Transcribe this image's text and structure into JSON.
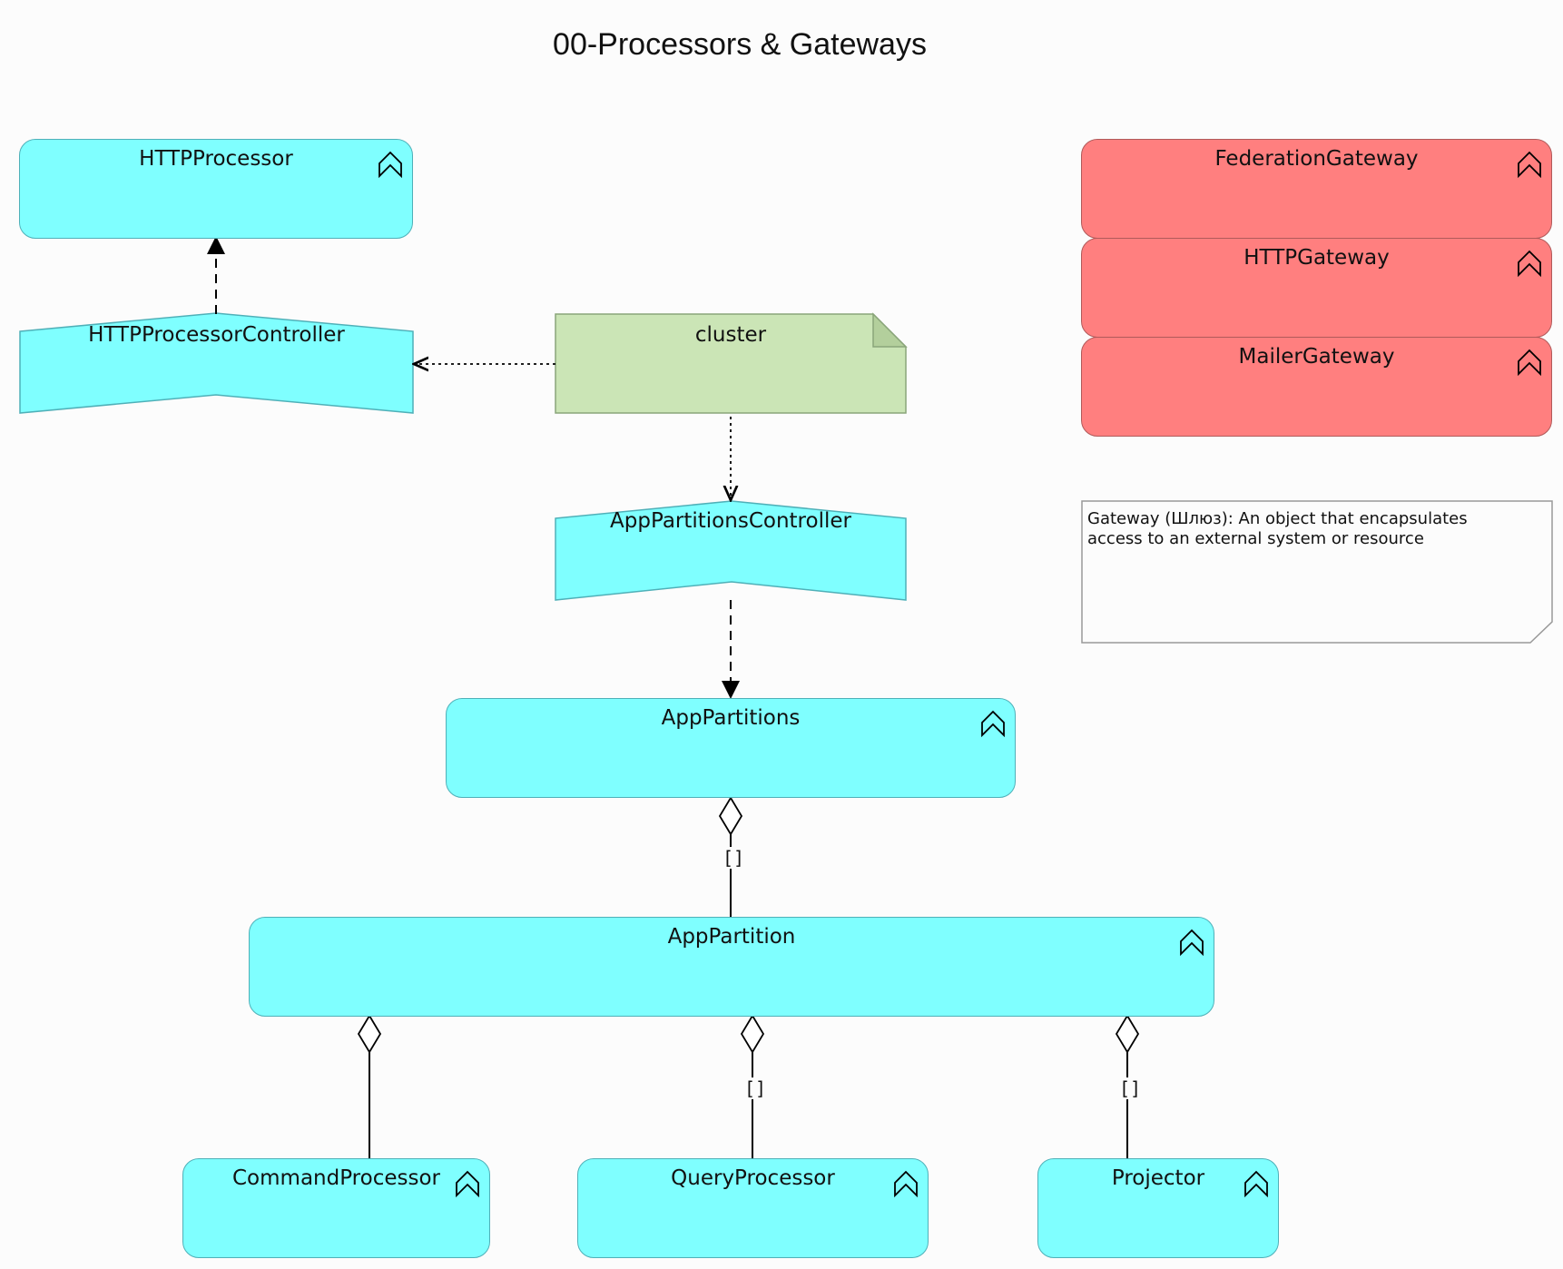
{
  "diagram": {
    "title": "00-Processors & Gateways",
    "components": {
      "http_processor": "HTTPProcessor",
      "http_processor_controller": "HTTPProcessorController",
      "cluster": "cluster",
      "app_partitions_controller": "AppPartitionsController",
      "app_partitions": "AppPartitions",
      "app_partition": "AppPartition",
      "command_processor": "CommandProcessor",
      "query_processor": "QueryProcessor",
      "projector": "Projector"
    },
    "gateways": {
      "federation": "FederationGateway",
      "http": "HTTPGateway",
      "mailer": "MailerGateway"
    },
    "note": "Gateway (Шлюз): An object that encapsulates access to an external system or resource",
    "multiplicities": {
      "partitions_to_partition": "[]",
      "partition_to_query": "[]",
      "partition_to_projector": "[]"
    },
    "colors": {
      "component_fill": "#7fffff",
      "gateway_fill": "#ff7f7f",
      "cluster_fill": "#cbe5b6"
    }
  }
}
